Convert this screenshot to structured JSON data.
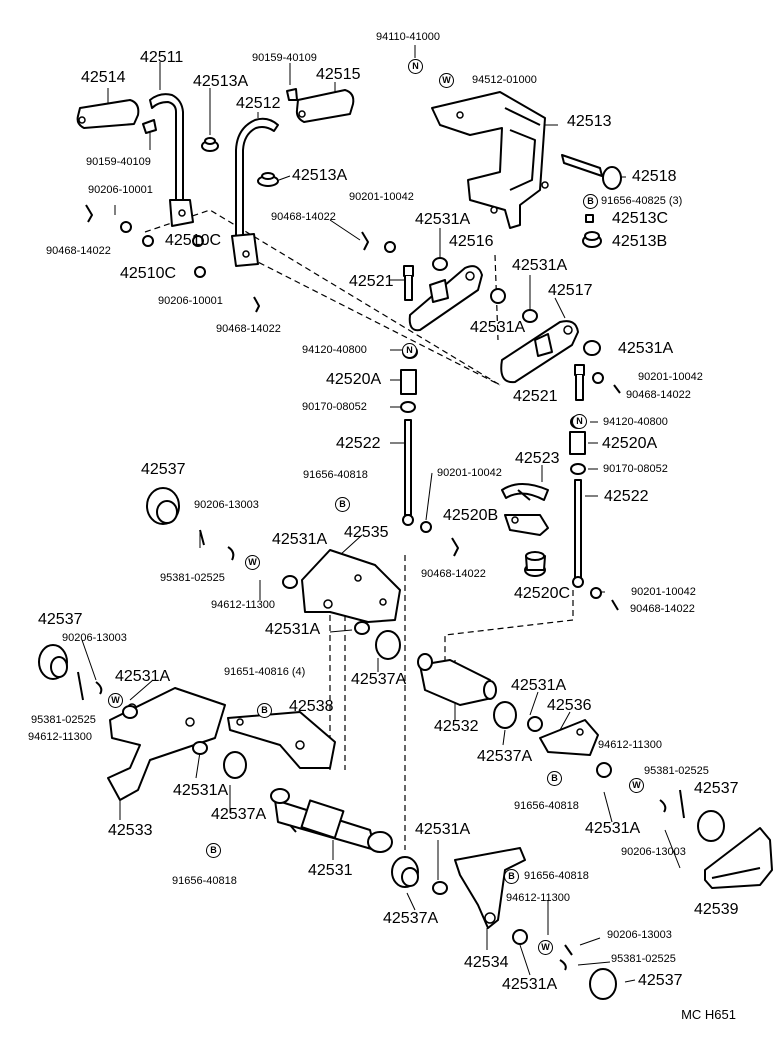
{
  "diagram": {
    "code": "MC  H651",
    "legend_symbols": {
      "nut": "N",
      "washer": "W",
      "bolt": "B"
    },
    "labels": [
      "42514",
      "42511",
      "42513A",
      "90159-40109",
      "42515",
      "42512",
      "90159-40109",
      "42513A",
      "90206-10001",
      "90468-14022",
      "42510C",
      "42510C",
      "90206-10001",
      "90468-14022",
      "94110-41000",
      "94512-01000",
      "42513",
      "42518",
      "91656-40825 (3)",
      "42513C",
      "42513B",
      "90201-10042",
      "90468-14022",
      "42531A",
      "42516",
      "42521",
      "42531A",
      "42531A",
      "42517",
      "42531A",
      "94120-40800",
      "42520A",
      "90170-08052",
      "42521",
      "90201-10042",
      "90468-14022",
      "94120-40800",
      "42520A",
      "90170-08052",
      "42522",
      "42537",
      "91656-40818",
      "90201-10042",
      "42523",
      "42522",
      "90206-13003",
      "42531A",
      "42535",
      "42520B",
      "95381-02525",
      "94612-11300",
      "90468-14022",
      "42520C",
      "90201-10042",
      "90468-14022",
      "42537",
      "90206-13003",
      "42531A",
      "42537A",
      "42531A",
      "91651-40816 (4)",
      "42538",
      "95381-02525",
      "94612-11300",
      "42531A",
      "42532",
      "42536",
      "42537A",
      "94612-11300",
      "42531A",
      "42537A",
      "42533",
      "95381-02525",
      "91656-40818",
      "42537",
      "42531A",
      "90206-13003",
      "42531",
      "42531A",
      "91656-40818",
      "42539",
      "91656-40818",
      "42537A",
      "94612-11300",
      "90206-13003",
      "42534",
      "95381-02525",
      "42531A",
      "42537"
    ]
  }
}
